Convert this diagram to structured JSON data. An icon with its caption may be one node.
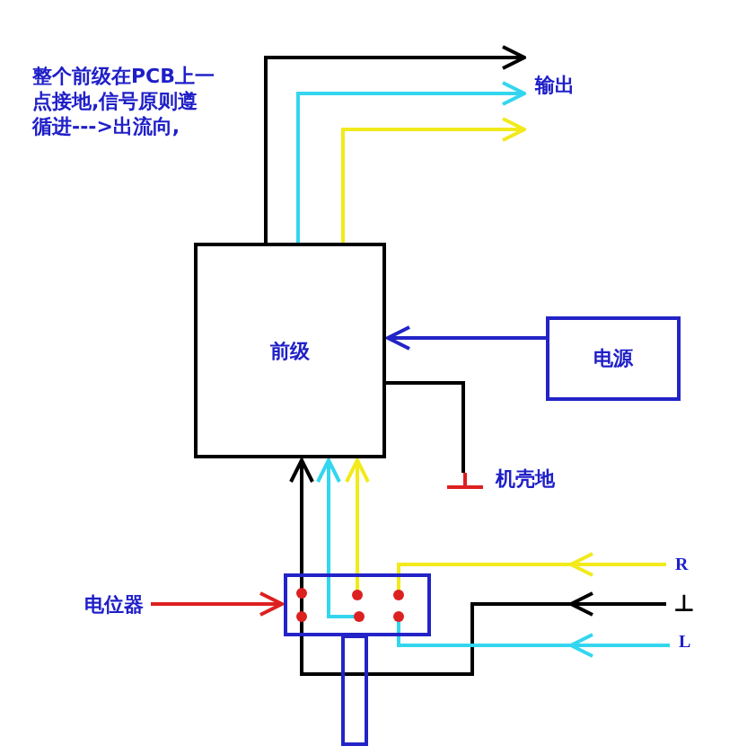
{
  "diagram": {
    "nodes": [
      {
        "text": [
          "输出"
        ]
      },
      {
        "text": [
          "前级"
        ]
      },
      {
        "text": [
          "电源"
        ]
      },
      {
        "text": [],
        "shape": "ground",
        "beside": [
          "机壳地"
        ]
      },
      {
        "text": [
          "电位器"
        ]
      },
      {
        "text": [],
        "shape": "box"
      },
      {
        "text": [
          "R"
        ]
      },
      {
        "text": [
          "⊥"
        ]
      },
      {
        "text": [
          "L"
        ]
      }
    ],
    "edges": [
      {
        "from": 1,
        "to": 0,
        "arrow": "to"
      },
      {
        "from": 1,
        "to": 0,
        "arrow": "to",
        "color": "#33d6ee"
      },
      {
        "from": 1,
        "to": 0,
        "arrow": "to",
        "color": "#f2ea1a"
      },
      {
        "from": 2,
        "to": 1,
        "arrow": "to",
        "color": "#2323c8"
      },
      {
        "from": 1,
        "to": 3,
        "arrow": "none"
      },
      {
        "from": 4,
        "to": 5,
        "arrow": "to",
        "color": "#dd2020"
      },
      {
        "from": 6,
        "to": 5,
        "arrow": "to",
        "color": "#f2ea1a"
      },
      {
        "from": 7,
        "to": 5,
        "arrow": "to"
      },
      {
        "from": 8,
        "to": 5,
        "arrow": "to",
        "color": "#33d6ee"
      },
      {
        "from": 5,
        "to": 1,
        "arrow": "to"
      },
      {
        "from": 5,
        "to": 1,
        "arrow": "to",
        "color": "#33d6ee"
      },
      {
        "from": 5,
        "to": 1,
        "arrow": "to",
        "color": "#f2ea1a"
      }
    ],
    "labels": [
      "整个前级在PCB上一点接地,信号原则遵循进--->出流向,"
    ]
  }
}
